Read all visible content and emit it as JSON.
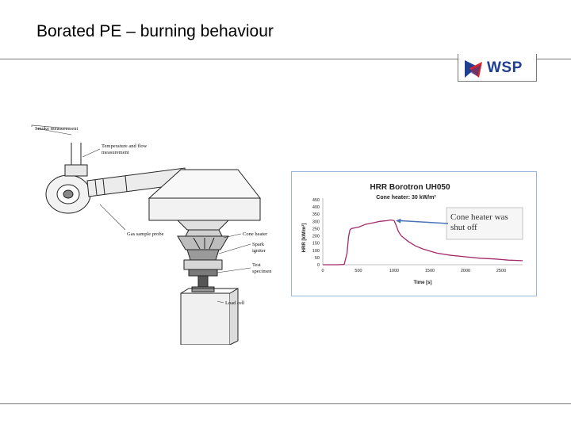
{
  "slide": {
    "title": "Borated PE – burning behaviour",
    "logo_text": "WSP"
  },
  "apparatus_labels": {
    "smoke": "Smoke measurement",
    "temp_1": "Temperature and flow",
    "temp_2": "measurement",
    "gas": "Gas sample probe",
    "cone": "Cone heater",
    "spark_1": "Spark",
    "spark_2": "igniter",
    "specimen_1": "Test",
    "specimen_2": "specimen",
    "load": "Load cell"
  },
  "chart_data": {
    "type": "line",
    "title": "HRR Borotron UH050",
    "subtitle": "Cone heater: 30 kW/m²",
    "xlabel": "Time [s]",
    "ylabel": "HRR [kW/m²]",
    "xlim": [
      0,
      2800
    ],
    "ylim": [
      0,
      450
    ],
    "xticks": [
      0,
      500,
      1000,
      1500,
      2000,
      2500
    ],
    "yticks": [
      0,
      50,
      100,
      150,
      200,
      250,
      300,
      350,
      400,
      450
    ],
    "grid": false,
    "line_color": "#a3296b",
    "series": [
      {
        "x": [
          0,
          200,
          300,
          340,
          360,
          380,
          400,
          450,
          500,
          550,
          600,
          700,
          800,
          900,
          950,
          1000,
          1030,
          1060,
          1100,
          1150,
          1200,
          1300,
          1400,
          1500,
          1600,
          1800,
          2000,
          2200,
          2400,
          2600,
          2800
        ],
        "y": [
          0,
          0,
          2,
          80,
          190,
          240,
          250,
          255,
          260,
          270,
          280,
          290,
          300,
          305,
          310,
          305,
          270,
          230,
          200,
          180,
          160,
          130,
          110,
          95,
          80,
          65,
          55,
          45,
          40,
          32,
          28
        ]
      }
    ],
    "annotation": {
      "text": "Cone heater was shut off",
      "x": 1000,
      "y": 300
    }
  }
}
